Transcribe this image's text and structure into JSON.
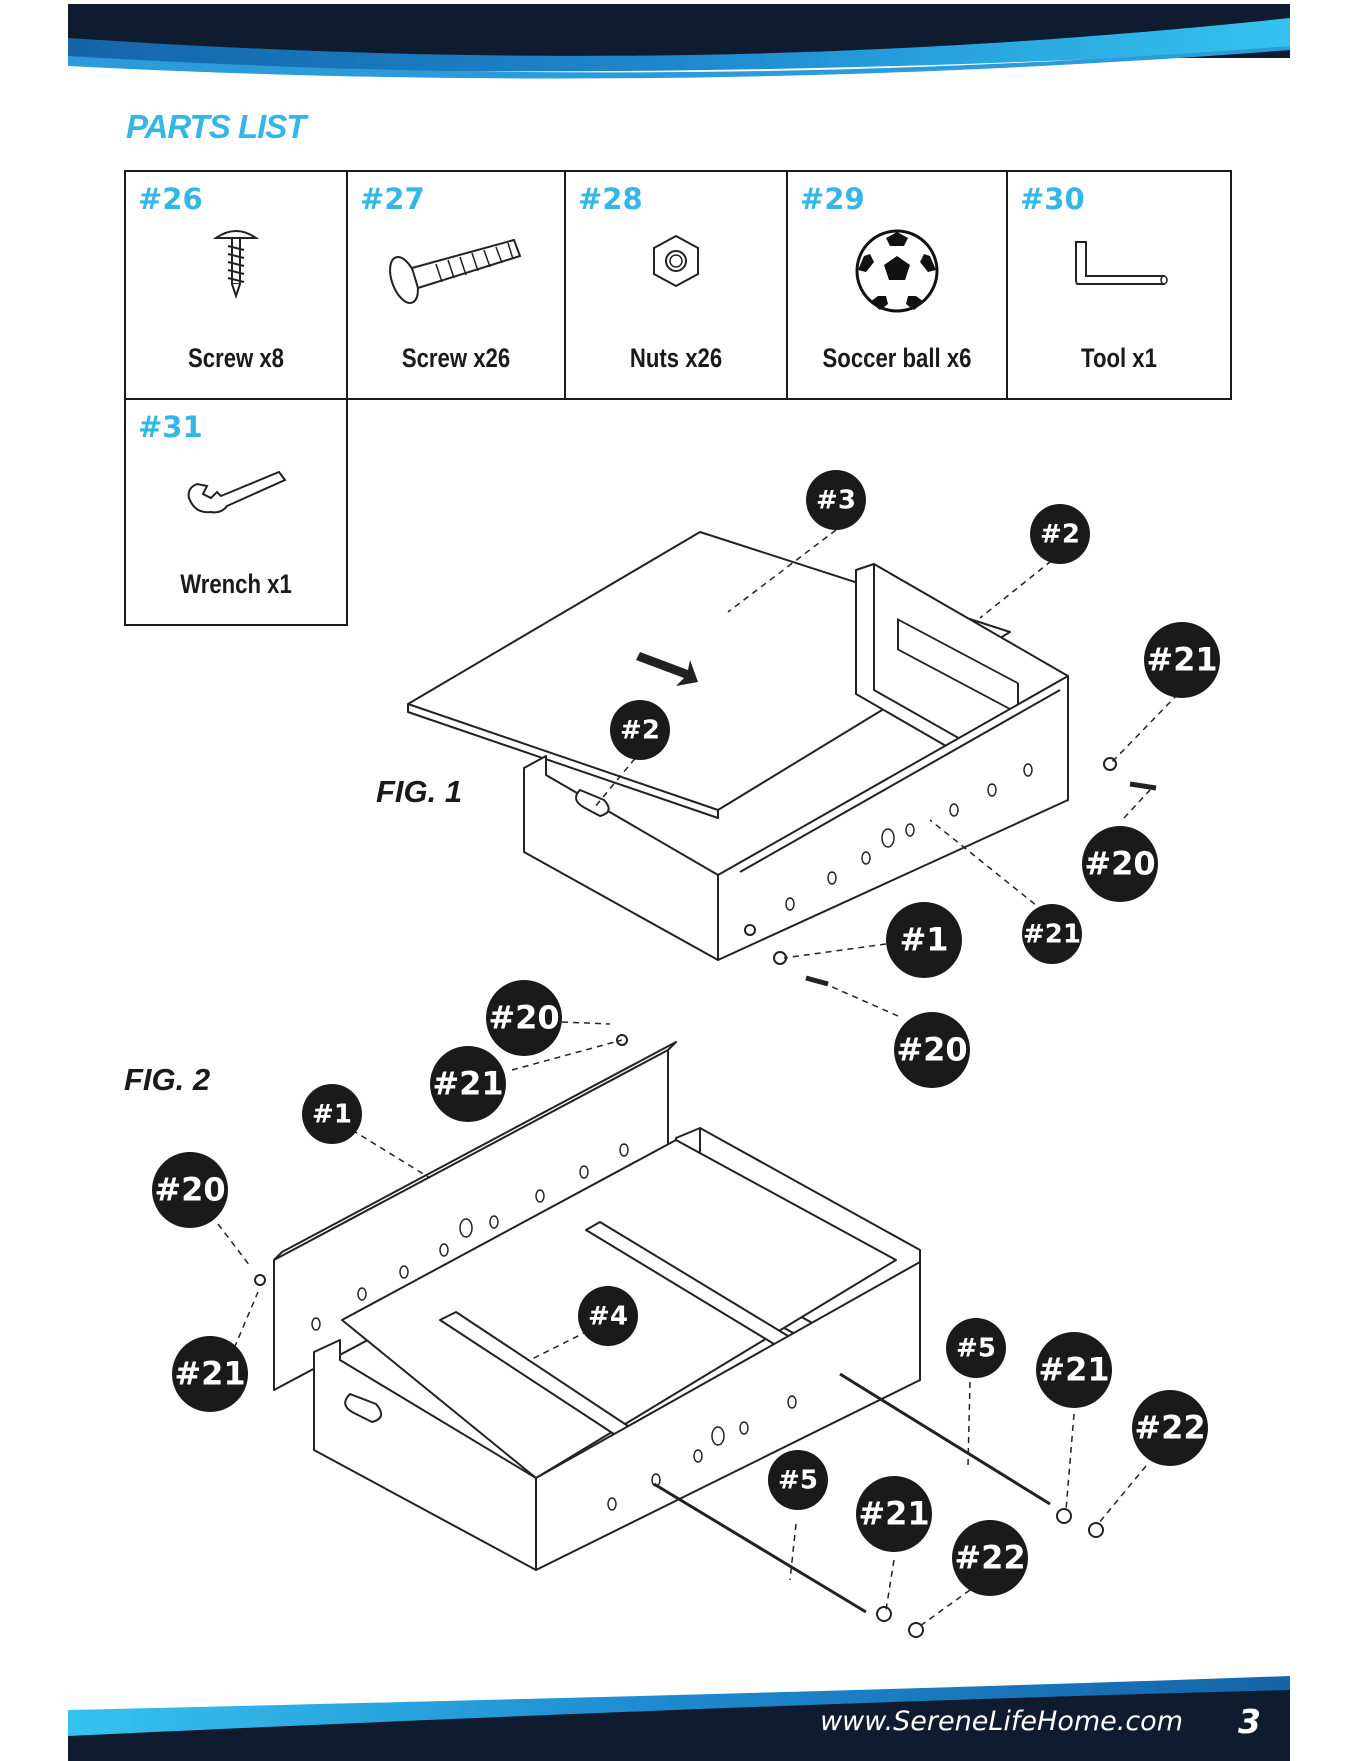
{
  "section_title": "PARTS LIST",
  "parts": [
    {
      "num": "#26",
      "label": "Screw x8",
      "icon": "wood-screw-icon"
    },
    {
      "num": "#27",
      "label": "Screw x26",
      "icon": "bolt-icon"
    },
    {
      "num": "#28",
      "label": "Nuts x26",
      "icon": "hex-nut-icon"
    },
    {
      "num": "#29",
      "label": "Soccer ball x6",
      "icon": "soccer-ball-icon"
    },
    {
      "num": "#30",
      "label": "Tool x1",
      "icon": "allen-key-icon"
    },
    {
      "num": "#31",
      "label": "Wrench x1",
      "icon": "wrench-icon"
    }
  ],
  "figures": {
    "fig1": {
      "label": "FIG. 1",
      "callouts": [
        "#3",
        "#2",
        "#21",
        "#2",
        "#20",
        "#21",
        "#1",
        "#20"
      ]
    },
    "fig2": {
      "label": "FIG. 2",
      "callouts": [
        "#20",
        "#21",
        "#1",
        "#20",
        "#21",
        "#4",
        "#5",
        "#21",
        "#22",
        "#5",
        "#21",
        "#22"
      ]
    }
  },
  "footer": {
    "url": "www.SereneLifeHome.com",
    "page_number": "3"
  },
  "colors": {
    "accent": "#34b6e6",
    "dark": "#0f1b2e",
    "text": "#1a1a1a"
  }
}
